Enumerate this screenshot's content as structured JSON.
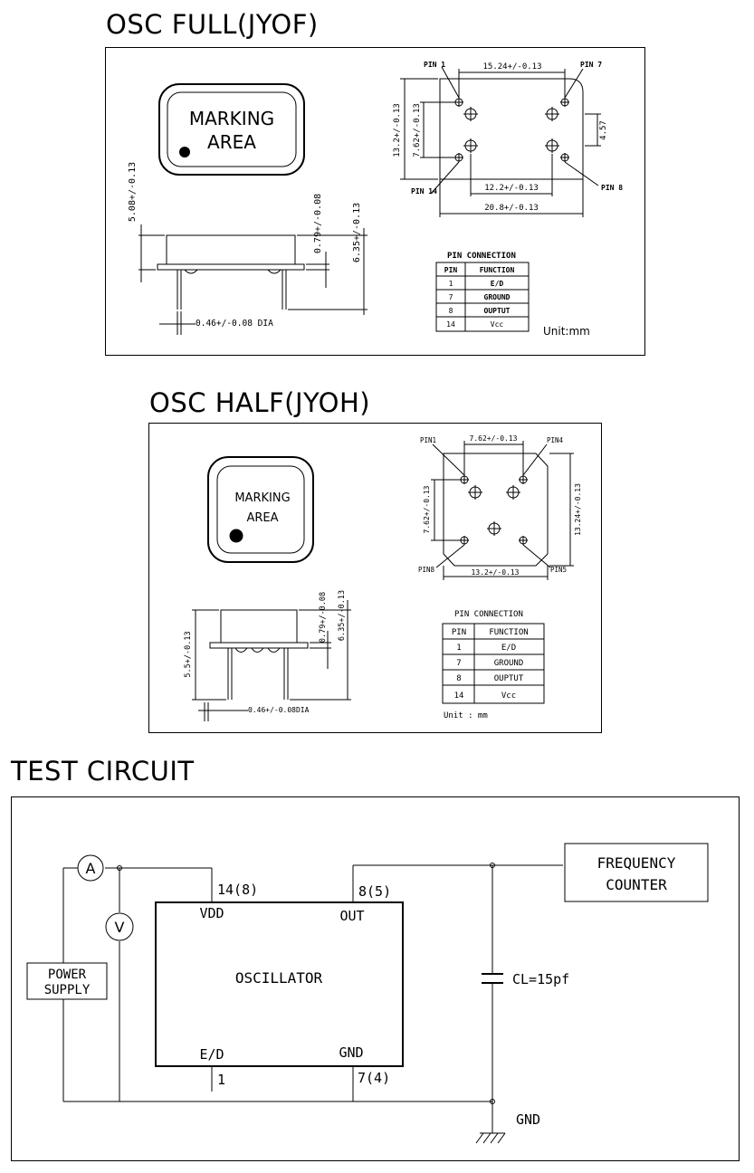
{
  "sections": {
    "full": {
      "title": "OSC FULL(JYOF)",
      "marking_line1": "MARKING",
      "marking_line2": "AREA",
      "dims": {
        "height": "5.08+/-0.13",
        "standoff": "0.79+/-0.08",
        "total_height": "6.35+/-0.13",
        "pin_dia": "0.46+/-0.08 DIA",
        "pin_pitch_x": "15.24+/-0.13",
        "pin_pitch_y": "7.62+/-0.13",
        "body_h": "13.2+/-0.13",
        "inner_w": "12.2+/-0.13",
        "body_w": "20.8+/-0.13",
        "pin_off": "4.57"
      },
      "pins": {
        "p1": "PIN 1",
        "p7": "PIN 7",
        "p8": "PIN 8",
        "p14": "PIN 14"
      },
      "table": {
        "title": "PIN CONNECTION",
        "headers": [
          "PIN",
          "FUNCTION"
        ],
        "rows": [
          [
            "1",
            "E/D"
          ],
          [
            "7",
            "GROUND"
          ],
          [
            "8",
            "OUPTUT"
          ],
          [
            "14",
            "Vcc"
          ]
        ]
      },
      "unit": "Unit:mm"
    },
    "half": {
      "title": "OSC HALF(JYOH)",
      "marking_line1": "MARKING",
      "marking_line2": "AREA",
      "dims": {
        "pin_pitch_x": "7.62+/-0.13",
        "pin_pitch_y": "7.62+/-0.13",
        "body_h": "13.24+/-0.13",
        "body_w": "13.2+/-0.13",
        "standoff": "0.79+/-0.08",
        "total_height": "6.35+/-0.13",
        "lead_len": "5.5+/-0.13",
        "pin_dia": "0.46+/-0.08DIA"
      },
      "pins": {
        "p1": "PIN1",
        "p4": "PIN4",
        "p8": "PIN8",
        "p5": "PIN5"
      },
      "table": {
        "title": "PIN CONNECTION",
        "headers": [
          "PIN",
          "FUNCTION"
        ],
        "rows": [
          [
            "1",
            "E/D"
          ],
          [
            "7",
            "GROUND"
          ],
          [
            "8",
            "OUPTUT"
          ],
          [
            "14",
            "Vcc"
          ]
        ]
      },
      "unit": "Unit : mm"
    },
    "circuit": {
      "title": "TEST CIRCUIT",
      "ammeter": "A",
      "voltmeter": "V",
      "power_line1": "POWER",
      "power_line2": "SUPPLY",
      "oscillator": "OSCILLATOR",
      "vdd": "VDD",
      "out": "OUT",
      "ed": "E/D",
      "gnd_pin": "GND",
      "pin_vdd": "14(8)",
      "pin_out": "8(5)",
      "pin_ed": "1",
      "pin_gnd": "7(4)",
      "freq_line1": "FREQUENCY",
      "freq_line2": "COUNTER",
      "cap": "CL=15pf",
      "ground": "GND"
    }
  }
}
